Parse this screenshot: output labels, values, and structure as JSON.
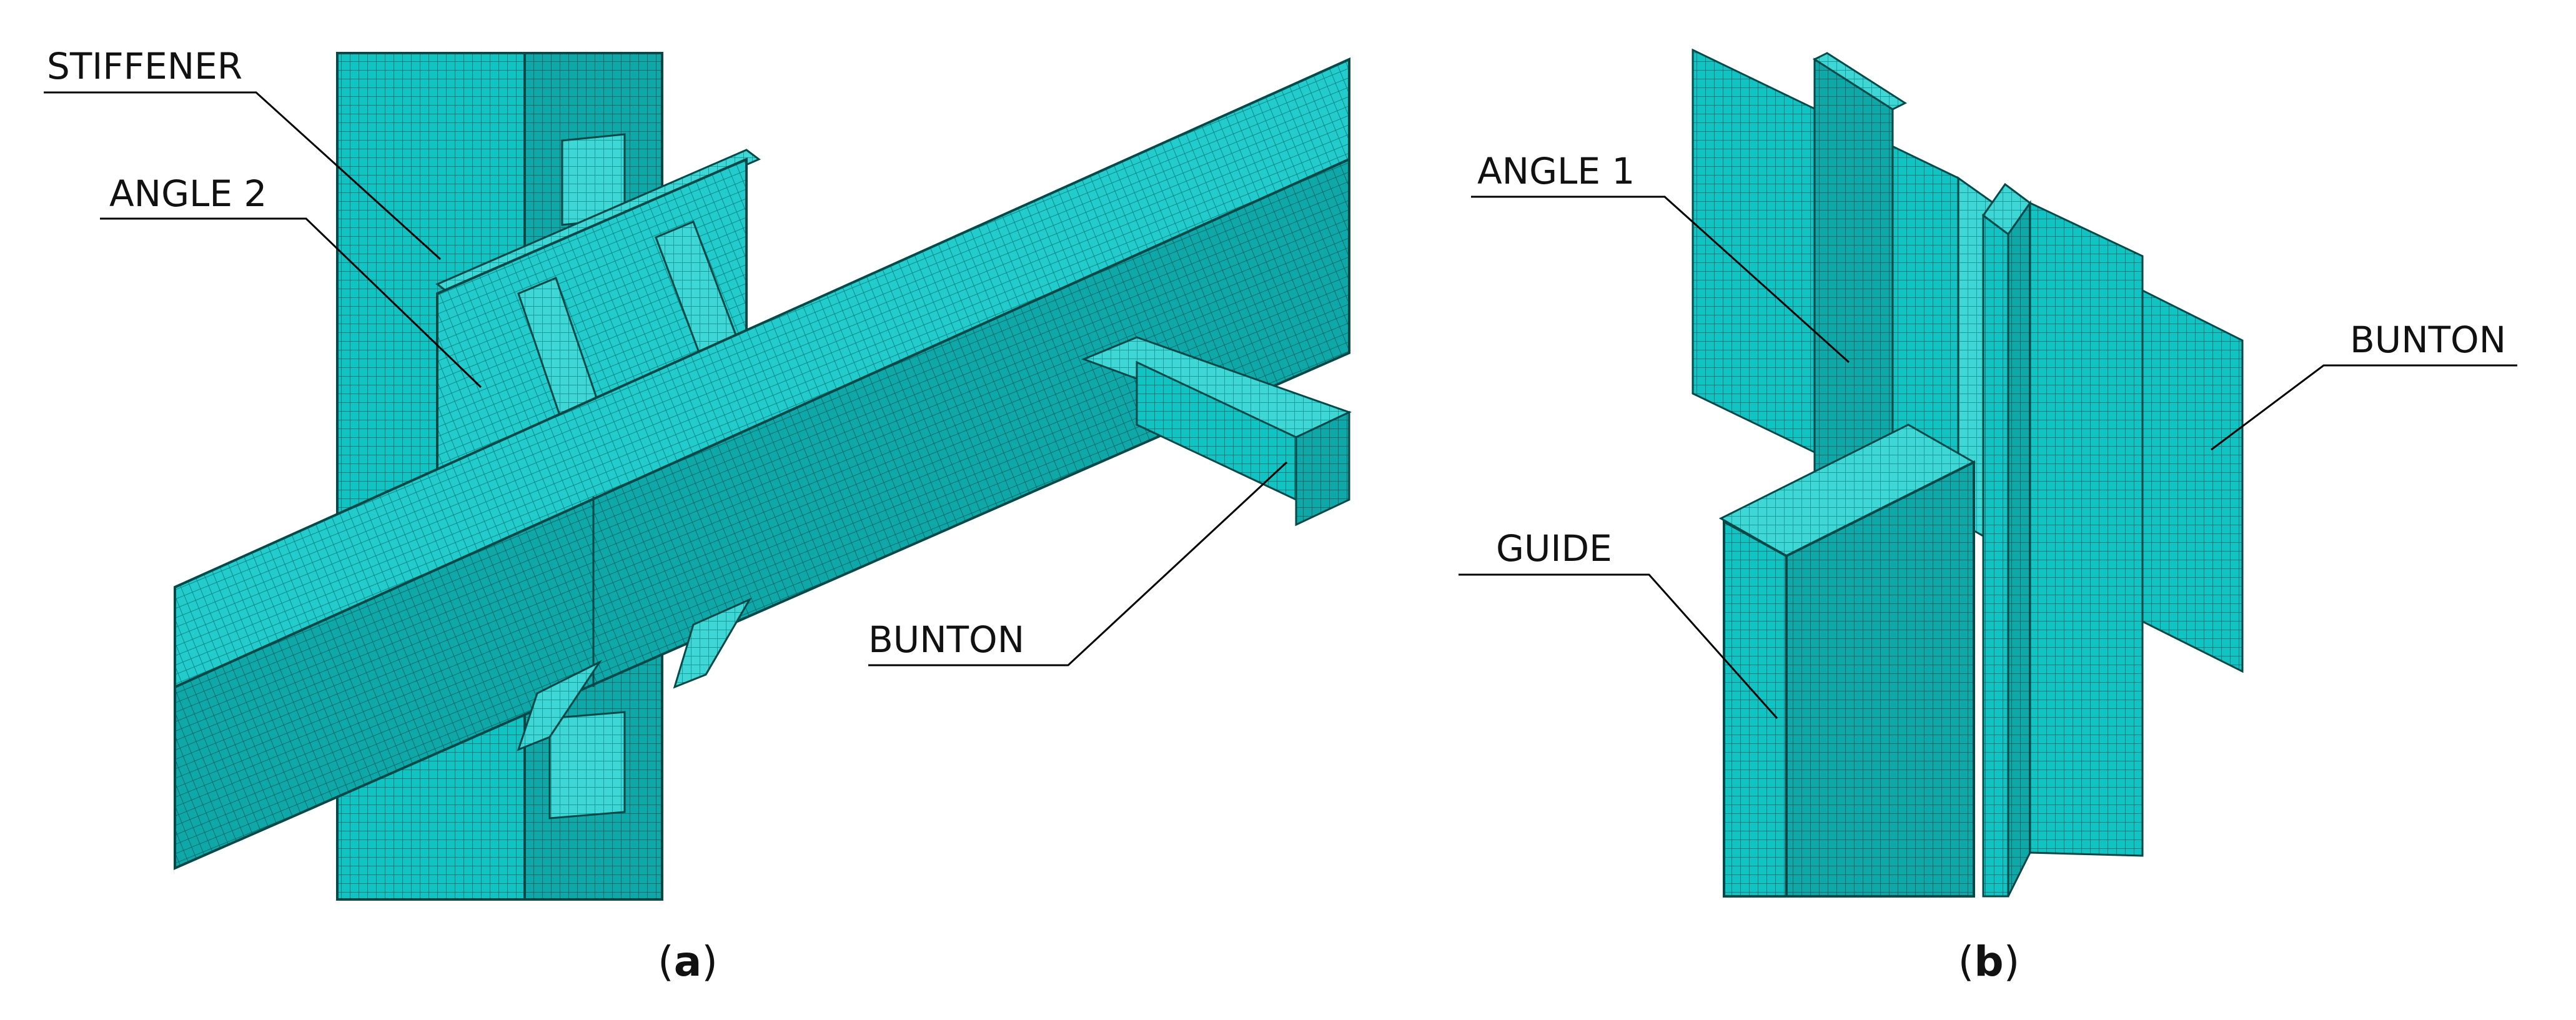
{
  "colors": {
    "mesh_fill": "#10c4c4",
    "mesh_light": "#3fd6d6",
    "mesh_dark": "#0a9a9a",
    "mesh_line": "#066a6a",
    "edge": "#044848",
    "leader": "#000000",
    "label": "#111111"
  },
  "panel_a": {
    "caption_open": "(",
    "caption_letter": "a",
    "caption_close": ")",
    "labels": {
      "stiffener": "STIFFENER",
      "angle2": "ANGLE 2",
      "bunton": "BUNTON"
    }
  },
  "panel_b": {
    "caption_open": "(",
    "caption_letter": "b",
    "caption_close": ")",
    "labels": {
      "angle1": "ANGLE 1",
      "guide": "GUIDE",
      "bunton": "BUNTON"
    }
  }
}
